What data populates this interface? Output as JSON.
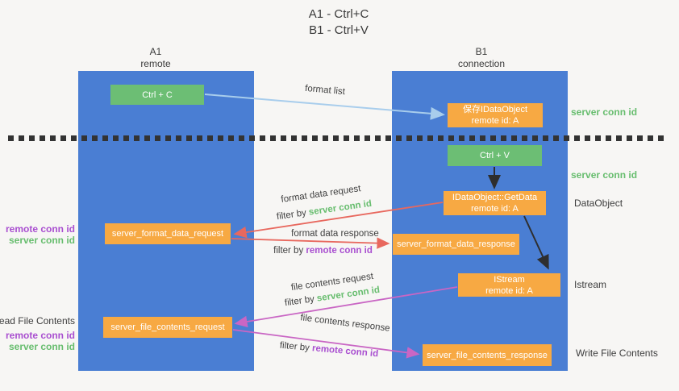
{
  "title": {
    "line1": "A1 - Ctrl+C",
    "line2": "B1 - Ctrl+V"
  },
  "lanes": {
    "a": {
      "title": "A1",
      "subtitle": "remote"
    },
    "b": {
      "title": "B1",
      "subtitle": "connection"
    }
  },
  "nodes": {
    "ctrl_c": "Ctrl + C",
    "ctrl_v": "Ctrl + V",
    "save_dataobject": {
      "line1": "保存IDataObject",
      "line2": "remote id: A"
    },
    "getdata": {
      "line1": "IDataObject::GetData",
      "line2": "remote id: A"
    },
    "istream": {
      "line1": "IStream",
      "line2": "remote id: A"
    },
    "server_format_data_request": "server_format_data_request",
    "server_format_data_response": "server_format_data_response",
    "server_file_contents_request": "server_file_contents_request",
    "server_file_contents_response": "server_file_contents_response"
  },
  "edge_labels": {
    "format_list": "format list",
    "format_data_request": "format data request",
    "format_data_response": "format data response",
    "file_contents_request": "file contents request",
    "file_contents_response": "file contents response",
    "filter_by": "filter by",
    "server_conn_id": "server conn id",
    "remote_conn_id": "remote conn id"
  },
  "side_labels": {
    "server_conn_id_top": "server conn id",
    "server_conn_id_mid": "server conn id",
    "dataobject": "DataObject",
    "istream": "Istream",
    "write_file_contents": "Write File Contents",
    "read_file_contents": "Read File Contents",
    "remote_conn_id_a": "remote conn id",
    "server_conn_id_a": "server conn id",
    "remote_conn_id_b": "remote conn id",
    "server_conn_id_b": "server conn id"
  },
  "colors": {
    "lane_blue": "#4a7ed3",
    "node_green": "#6cbe74",
    "node_orange": "#f7a943",
    "label_green": "#67bd6e",
    "label_purple": "#a94fd0",
    "arrow_light_blue": "#a8cdec",
    "arrow_red": "#e8685e",
    "arrow_magenta": "#c966c4",
    "arrow_black": "#2e2e2e",
    "background": "#f7f6f4"
  }
}
